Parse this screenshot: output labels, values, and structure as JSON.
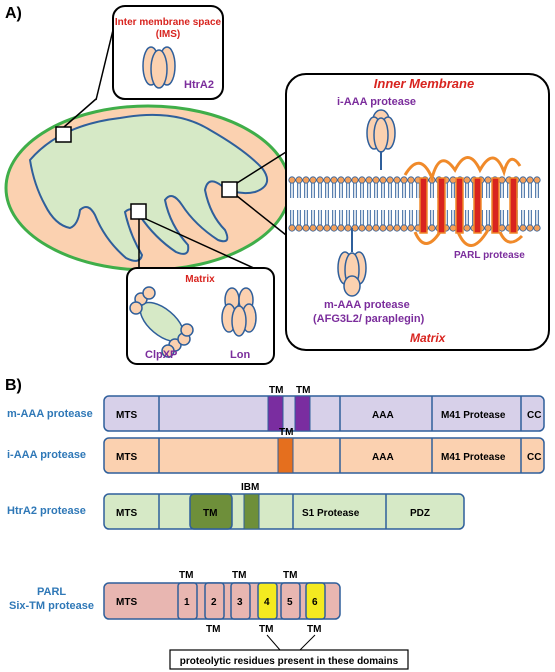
{
  "panel_a": {
    "label": "A)",
    "ims_title_line1": "Inter membrane space",
    "ims_title_line2": "(IMS)",
    "htra2": "HtrA2",
    "inner_membrane": "Inner Membrane",
    "iaaa": "i-AAA protease",
    "maaa_line1": "m-AAA protease",
    "maaa_line2": "(AFG3L2/ paraplegin)",
    "parl": "PARL protease",
    "matrix_big": "Matrix",
    "matrix_small": "Matrix",
    "clpxp": "ClpXP",
    "lon": "Lon"
  },
  "panel_b": {
    "label": "B)",
    "rows": [
      {
        "name": "m-AAA protease",
        "domains": [
          "MTS",
          "AAA",
          "M41 Protease",
          "CC"
        ],
        "tm": [
          "TM",
          "TM"
        ]
      },
      {
        "name": "i-AAA protease",
        "domains": [
          "MTS",
          "AAA",
          "M41 Protease",
          "CC"
        ],
        "tm": [
          "TM"
        ]
      },
      {
        "name": "HtrA2 protease",
        "domains": [
          "MTS",
          "TM",
          "S1 Protease",
          "PDZ"
        ],
        "tm": [
          "IBM"
        ]
      },
      {
        "name_line1": "PARL",
        "name_line2": "Six-TM protease",
        "domains": [
          "MTS",
          "1",
          "2",
          "3",
          "4",
          "5",
          "6"
        ],
        "tm_top": [
          "TM",
          "TM",
          "TM"
        ],
        "tm_bottom": [
          "TM",
          "TM",
          "TM"
        ]
      }
    ],
    "footnote": "proteolytic residues  present in these domains"
  },
  "colors": {
    "red_label": "#d8241f",
    "purple_label": "#7b2d9c",
    "blue_label": "#2f78b7",
    "peach": "#fbd1b0",
    "green": "#d6e9c6",
    "lavender": "#d7d0e9",
    "pink": "#e8b6b1",
    "tm_purple": "#7a2da0",
    "tm_orange": "#e56f1e",
    "tm_green": "#6e8f3a",
    "tm_yellow": "#f4ea20"
  }
}
